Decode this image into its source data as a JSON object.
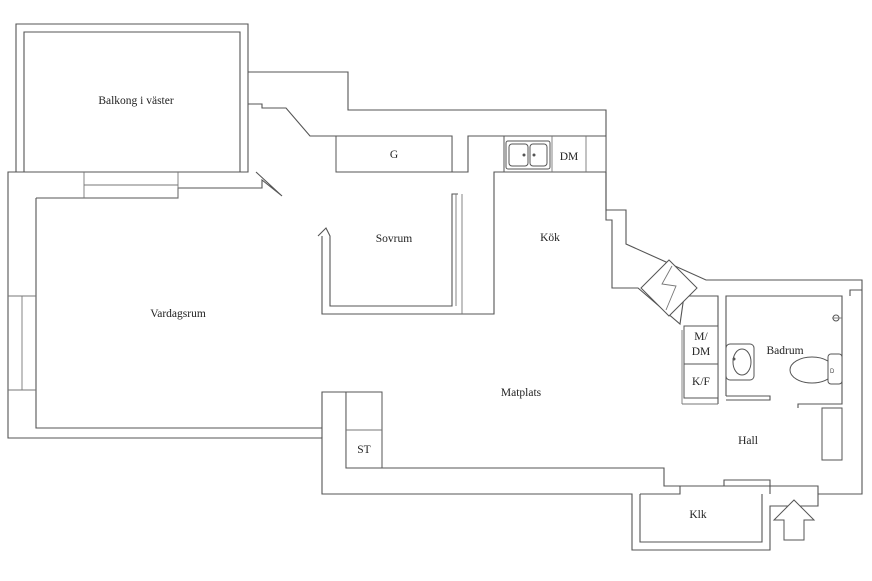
{
  "floorplan": {
    "rooms": {
      "balcony": "Balkong i väster",
      "living_room": "Vardagsrum",
      "bedroom": "Sovrum",
      "kitchen": "Kök",
      "dining": "Matplats",
      "bathroom": "Badrum",
      "hall": "Hall",
      "closet": "Klk"
    },
    "fixtures": {
      "wardrobe": "G",
      "dishwasher": "DM",
      "washer_dryer_line1": "M/",
      "washer_dryer_line2": "DM",
      "fridge_freezer": "K/F",
      "storage": "ST"
    }
  }
}
